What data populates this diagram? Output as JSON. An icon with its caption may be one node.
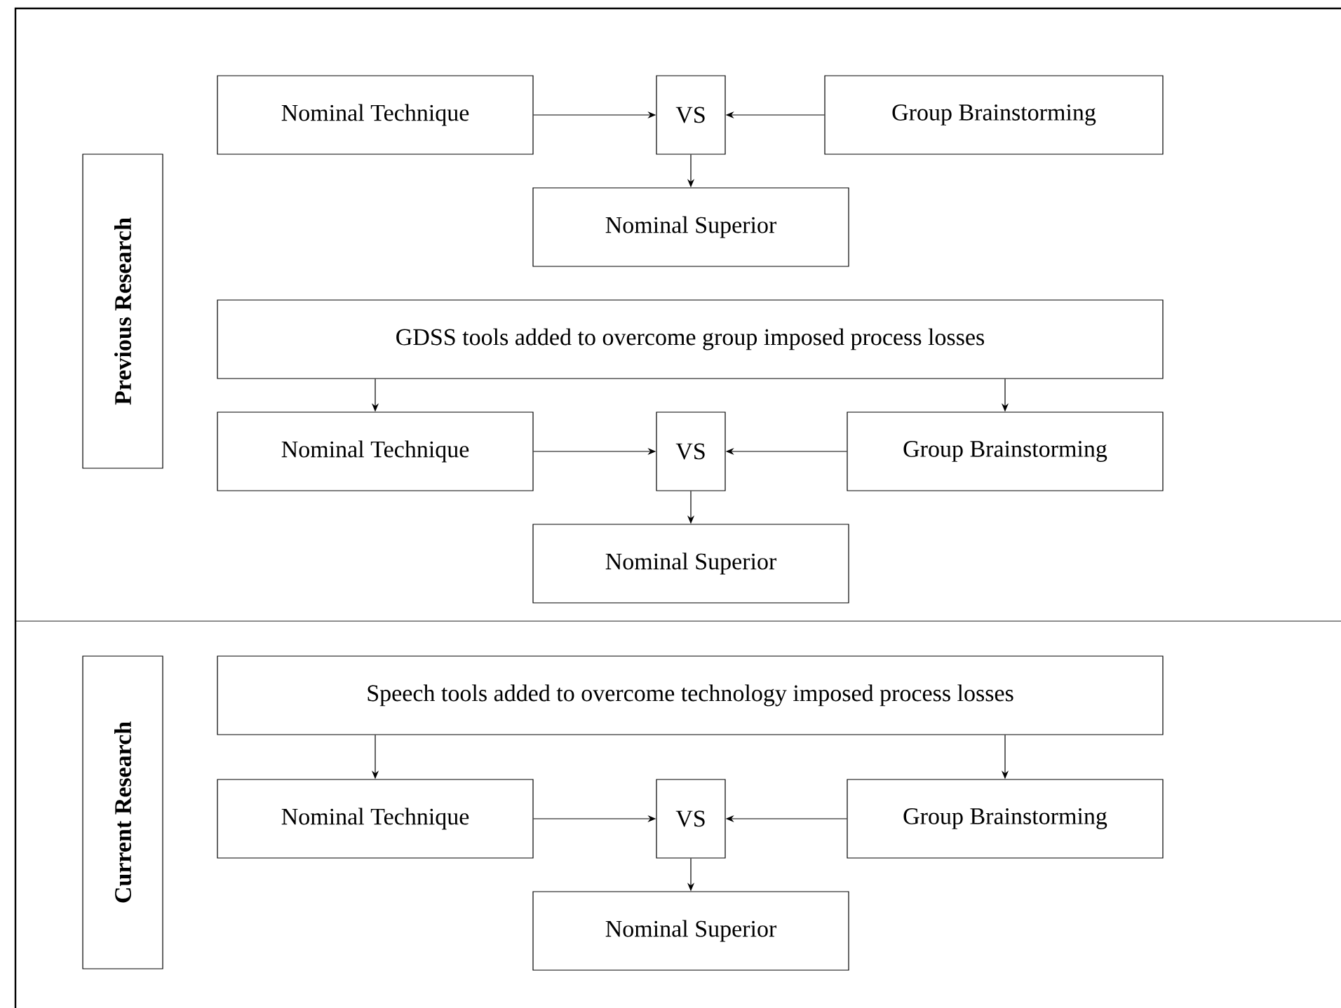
{
  "diagram": {
    "nodes": [
      {
        "text": [
          "Previous Research"
        ]
      },
      {
        "text": [
          "Nominal Technique"
        ]
      },
      {
        "text": [
          "VS"
        ]
      },
      {
        "text": [
          "Group Brainstorming"
        ]
      },
      {
        "text": [
          "Nominal Superior"
        ]
      },
      {
        "text": [
          "GDSS tools added to overcome group imposed process losses"
        ]
      },
      {
        "text": [
          "Nominal Technique"
        ]
      },
      {
        "text": [
          "VS"
        ]
      },
      {
        "text": [
          "Group Brainstorming"
        ]
      },
      {
        "text": [
          "Nominal Superior"
        ]
      },
      {
        "text": [
          "Current Research"
        ]
      },
      {
        "text": [
          "Speech tools added to overcome technology imposed process losses"
        ]
      },
      {
        "text": [
          "Nominal Technique"
        ]
      },
      {
        "text": [
          "VS"
        ]
      },
      {
        "text": [
          "Group Brainstorming"
        ]
      },
      {
        "text": [
          "Nominal Superior"
        ]
      }
    ],
    "edges": [
      {
        "from": 1,
        "to": 2,
        "arrow": "to"
      },
      {
        "from": 3,
        "to": 2,
        "arrow": "to"
      },
      {
        "from": 2,
        "to": 4,
        "arrow": "to"
      },
      {
        "from": 5,
        "to": 6,
        "arrow": "to"
      },
      {
        "from": 5,
        "to": 8,
        "arrow": "to"
      },
      {
        "from": 6,
        "to": 7,
        "arrow": "to"
      },
      {
        "from": 8,
        "to": 7,
        "arrow": "to"
      },
      {
        "from": 7,
        "to": 9,
        "arrow": "to"
      },
      {
        "from": 11,
        "to": 12,
        "arrow": "to"
      },
      {
        "from": 11,
        "to": 14,
        "arrow": "to"
      },
      {
        "from": 12,
        "to": 13,
        "arrow": "to"
      },
      {
        "from": 14,
        "to": 13,
        "arrow": "to"
      },
      {
        "from": 13,
        "to": 15,
        "arrow": "to"
      }
    ]
  }
}
